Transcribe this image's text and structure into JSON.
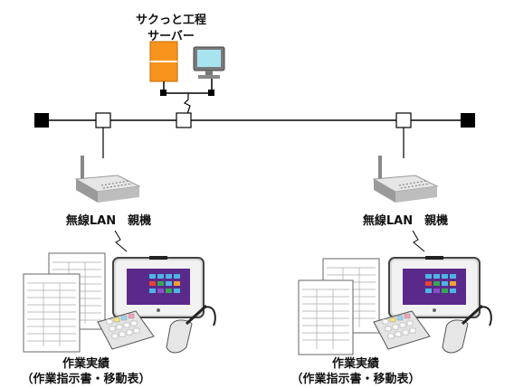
{
  "server": {
    "label_line1": "サクっと工程",
    "label_line2": "サーバー"
  },
  "left_site": {
    "ap_label": "無線LAN　親機",
    "docs_label_line1": "作業実績",
    "docs_label_line2": "（作業指示書・移動表）"
  },
  "right_site": {
    "ap_label": "無線LAN　親機",
    "docs_label_line1": "作業実績",
    "docs_label_line2": "（作業指示書・移動表）"
  },
  "colors": {
    "server": "#f7941d",
    "monitor_screen": "#a8e4f0",
    "tablet_screen": "#5a2a8a",
    "bus": "#000000"
  }
}
